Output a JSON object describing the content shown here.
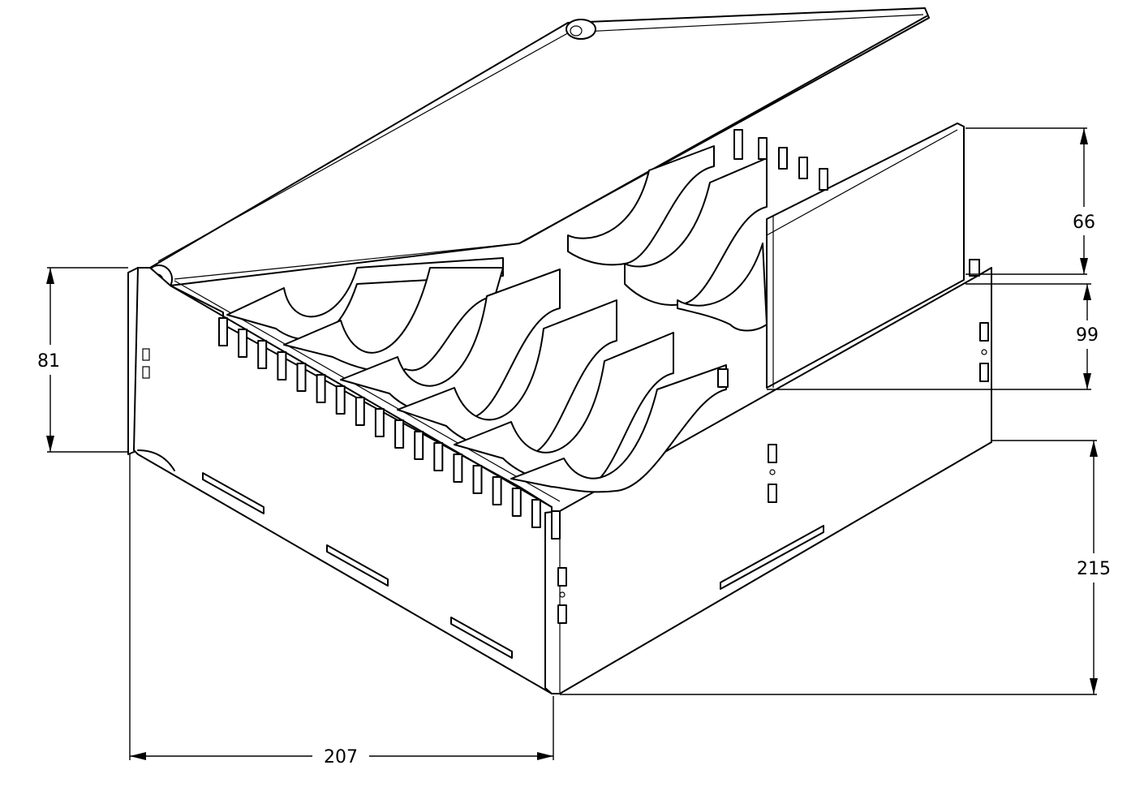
{
  "dimensions": {
    "height_left": "81",
    "lid_height": "66",
    "divider_offset": "99",
    "depth": "215",
    "width": "207"
  }
}
